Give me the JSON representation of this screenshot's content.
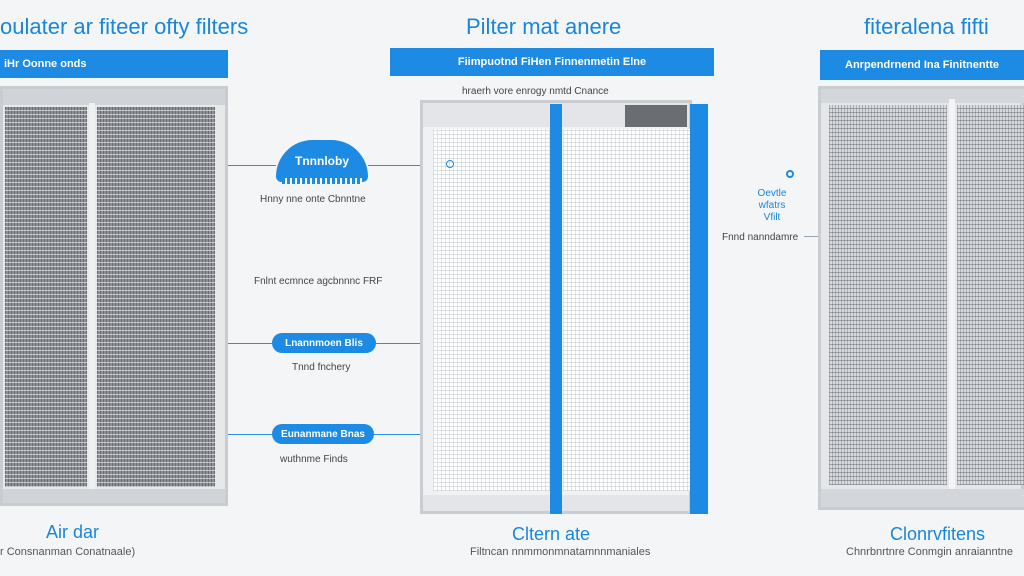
{
  "panels": {
    "left": {
      "title": "oulater ar fiteer ofty filters",
      "banner": "iHr Oonne onds",
      "caption_title": "Air dar",
      "caption_sub": "r Consnanman Conatnaale)"
    },
    "center": {
      "title": "Pilter mat anere",
      "banner": "Fiimpuotnd FiHen Finnenmetin Elne",
      "top_label": "hraerh vore enrogy nmtd Cnance",
      "caption_title": "Cltern ate",
      "caption_sub": "Filtncan nnmmonmnatamnnmaniales"
    },
    "right": {
      "title": "fiteralena fifti",
      "banner": "Anrpendrnend Ina Finitnentte",
      "side_label_1": "Oevtle",
      "side_label_2": "wfatrs",
      "side_label_3": "Vfilt",
      "side_label_4": "Fnnd nanndamre",
      "caption_title": "Clonrvfitens",
      "caption_sub": "Chnrbnrtnre Conmgin anraianntne"
    }
  },
  "annotations": {
    "bubble": "Tnnnloby",
    "bubble_sub": "Hnny nne onte Cbnntne",
    "middle_line": "Fnlnt ecmnce agcbnnnc FRF",
    "pill_1": "Lnannmoen Blis",
    "pill_1_sub": "Tnnd fnchery",
    "pill_2": "Eunanmane Bnas",
    "pill_2_sub": "wuthnme Finds"
  },
  "colors": {
    "accent": "#1d8ae3",
    "title": "#1a86d9",
    "background": "#f3f5f7"
  }
}
